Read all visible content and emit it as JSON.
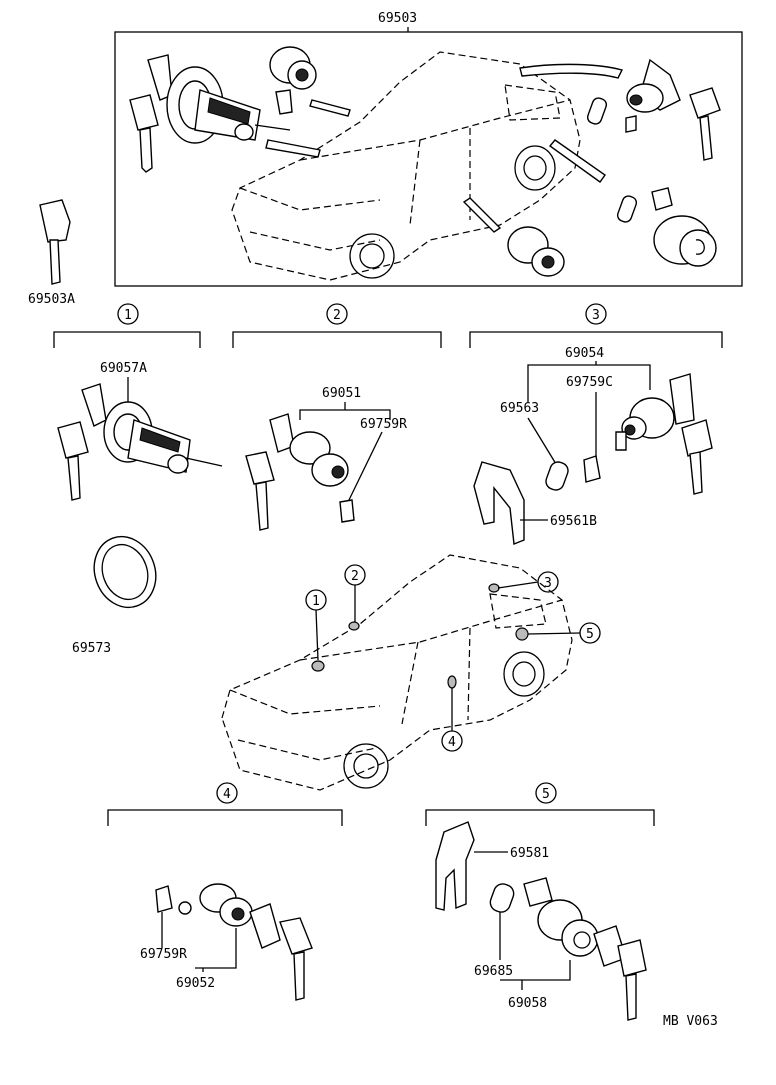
{
  "part_numbers": {
    "top_set": "69503",
    "spare_key": "69503A",
    "ignition_cylinder": "69057A",
    "glove_set": "69051",
    "retainer_r_2": "69759R",
    "hatch_set": "69054",
    "retainer_c": "69759C",
    "pad_3": "69563",
    "cover_3": "69561B",
    "ring": "69573",
    "door_set": "69052",
    "retainer_r_4": "69759R",
    "cover_5": "69581",
    "pad_5": "69685",
    "back_set": "69058"
  },
  "callouts": [
    "1",
    "2",
    "3",
    "4",
    "5"
  ],
  "footer_code": "MB  V063"
}
